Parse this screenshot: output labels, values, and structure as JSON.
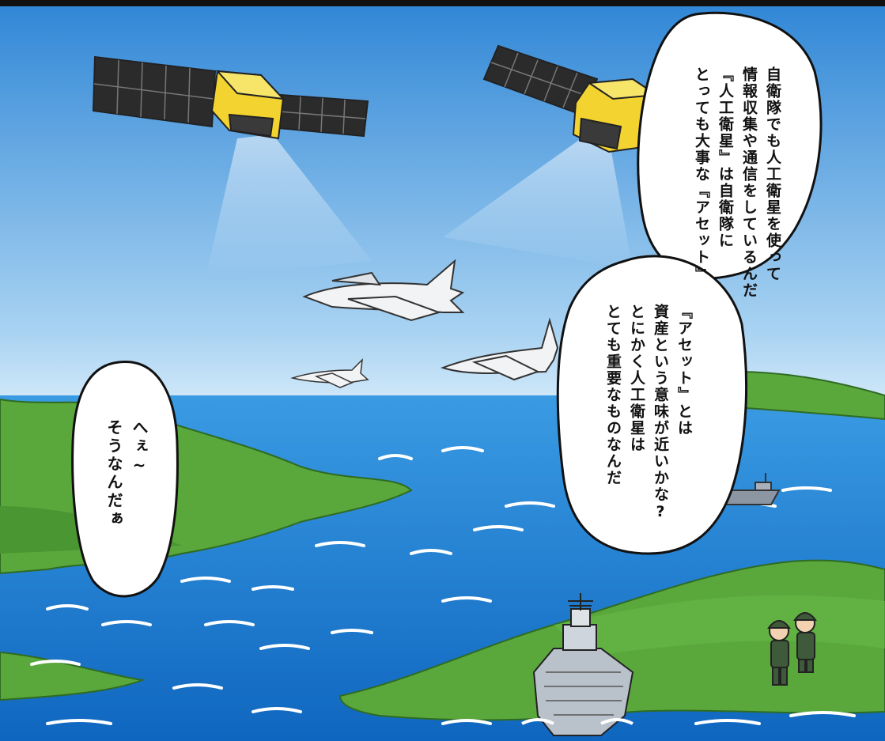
{
  "speech_bubbles": {
    "upper_right": "自衛隊でも人工衛星を使って\n情報収集や通信をしているんだ\n『人工衛星』は自衛隊に\nとっても大事な『アセット』",
    "middle_right": "『アセット』とは\n資産という意味が近いかな?\nとにかく人工衛星は\nとても重要なものなんだ",
    "left": "へぇ~\nそうなんだぁ"
  },
  "scene_elements": {
    "satellites": 2,
    "jets": 3,
    "ships": 2,
    "soldiers": 2
  },
  "colors": {
    "sky_top": "#2f86d6",
    "sky_bottom": "#f4fbff",
    "sea": "#1f7fd0",
    "land": "#5aa83c",
    "satellite_body": "#f2d330",
    "solar_panel": "#2b2b2b"
  }
}
